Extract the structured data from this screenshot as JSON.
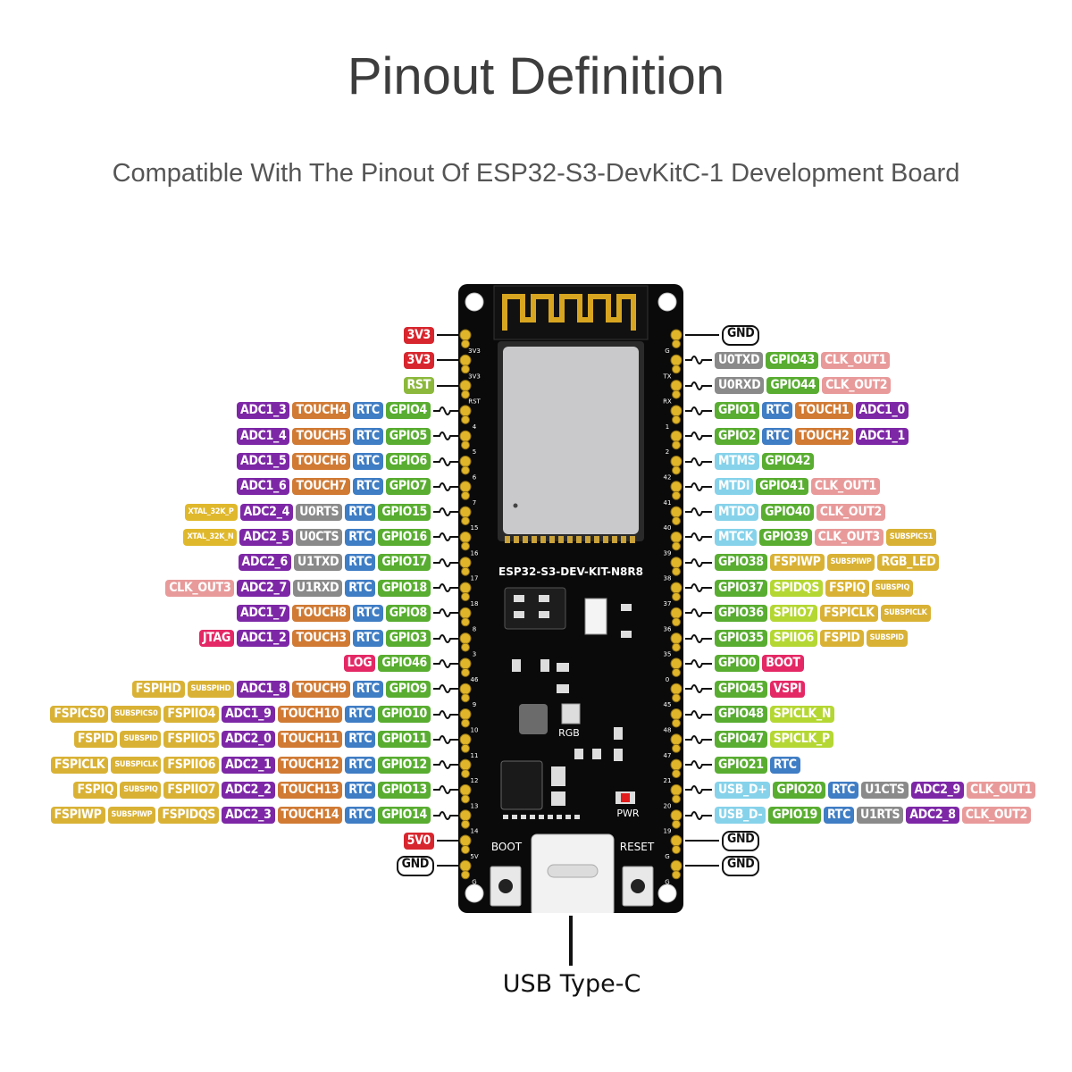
{
  "title": "Pinout Definition",
  "subtitle": "Compatible With The Pinout Of ESP32-S3-DevKitC-1 Development Board",
  "board": {
    "name": "ESP32-S3-DEV-KIT-N8R8",
    "left_silk": [
      "3V3",
      "3V3",
      "RST",
      "4",
      "5",
      "6",
      "7",
      "15",
      "16",
      "17",
      "18",
      "8",
      "3",
      "46",
      "9",
      "10",
      "11",
      "12",
      "13",
      "14",
      "5V",
      "G"
    ],
    "right_silk": [
      "G",
      "TX",
      "RX",
      "1",
      "2",
      "42",
      "41",
      "40",
      "39",
      "38",
      "37",
      "36",
      "35",
      "0",
      "45",
      "48",
      "47",
      "21",
      "20",
      "19",
      "G",
      "G"
    ],
    "boot_label": "BOOT",
    "reset_label": "RESET",
    "rgb_label": "RGB",
    "pwr_label": "PWR"
  },
  "usb_label": "USB Type-C",
  "colors": {
    "power": "#d8262e",
    "rst": "#8cb83c",
    "gnd": "#111111",
    "adc": "#7d27a6",
    "touch": "#d07a34",
    "rtc": "#3f7dc4",
    "gpio": "#59ad31",
    "uart": "#8a8a8a",
    "xtal": "#e0b82c",
    "clk": "#e89a9a",
    "jtag": "#e42866",
    "log": "#e42866",
    "spi": "#d9b235",
    "spi_alt": "#b5d733",
    "mtx": "#86d2ea",
    "usb": "#86d2ea"
  },
  "left_pins": [
    [
      {
        "t": "3V3",
        "c": "power"
      }
    ],
    [
      {
        "t": "3V3",
        "c": "power"
      }
    ],
    [
      {
        "t": "RST",
        "c": "rst"
      }
    ],
    [
      {
        "t": "ADC1_3",
        "c": "adc"
      },
      {
        "t": "TOUCH4",
        "c": "touch"
      },
      {
        "t": "RTC",
        "c": "rtc"
      },
      {
        "t": "GPIO4",
        "c": "gpio"
      }
    ],
    [
      {
        "t": "ADC1_4",
        "c": "adc"
      },
      {
        "t": "TOUCH5",
        "c": "touch"
      },
      {
        "t": "RTC",
        "c": "rtc"
      },
      {
        "t": "GPIO5",
        "c": "gpio"
      }
    ],
    [
      {
        "t": "ADC1_5",
        "c": "adc"
      },
      {
        "t": "TOUCH6",
        "c": "touch"
      },
      {
        "t": "RTC",
        "c": "rtc"
      },
      {
        "t": "GPIO6",
        "c": "gpio"
      }
    ],
    [
      {
        "t": "ADC1_6",
        "c": "adc"
      },
      {
        "t": "TOUCH7",
        "c": "touch"
      },
      {
        "t": "RTC",
        "c": "rtc"
      },
      {
        "t": "GPIO7",
        "c": "gpio"
      }
    ],
    [
      {
        "t": "XTAL_32K_P",
        "c": "xtal",
        "s": 1
      },
      {
        "t": "ADC2_4",
        "c": "adc"
      },
      {
        "t": "U0RTS",
        "c": "uart"
      },
      {
        "t": "RTC",
        "c": "rtc"
      },
      {
        "t": "GPIO15",
        "c": "gpio"
      }
    ],
    [
      {
        "t": "XTAL_32K_N",
        "c": "xtal",
        "s": 1
      },
      {
        "t": "ADC2_5",
        "c": "adc"
      },
      {
        "t": "U0CTS",
        "c": "uart"
      },
      {
        "t": "RTC",
        "c": "rtc"
      },
      {
        "t": "GPIO16",
        "c": "gpio"
      }
    ],
    [
      {
        "t": "ADC2_6",
        "c": "adc"
      },
      {
        "t": "U1TXD",
        "c": "uart"
      },
      {
        "t": "RTC",
        "c": "rtc"
      },
      {
        "t": "GPIO17",
        "c": "gpio"
      }
    ],
    [
      {
        "t": "CLK_OUT3",
        "c": "clk"
      },
      {
        "t": "ADC2_7",
        "c": "adc"
      },
      {
        "t": "U1RXD",
        "c": "uart"
      },
      {
        "t": "RTC",
        "c": "rtc"
      },
      {
        "t": "GPIO18",
        "c": "gpio"
      }
    ],
    [
      {
        "t": "ADC1_7",
        "c": "adc"
      },
      {
        "t": "TOUCH8",
        "c": "touch"
      },
      {
        "t": "RTC",
        "c": "rtc"
      },
      {
        "t": "GPIO8",
        "c": "gpio"
      }
    ],
    [
      {
        "t": "JTAG",
        "c": "jtag"
      },
      {
        "t": "ADC1_2",
        "c": "adc"
      },
      {
        "t": "TOUCH3",
        "c": "touch"
      },
      {
        "t": "RTC",
        "c": "rtc"
      },
      {
        "t": "GPIO3",
        "c": "gpio"
      }
    ],
    [
      {
        "t": "LOG",
        "c": "log"
      },
      {
        "t": "GPIO46",
        "c": "gpio"
      }
    ],
    [
      {
        "t": "FSPIHD",
        "c": "spi"
      },
      {
        "t": "SUBSPIHD",
        "c": "spi",
        "s": 1
      },
      {
        "t": "ADC1_8",
        "c": "adc"
      },
      {
        "t": "TOUCH9",
        "c": "touch"
      },
      {
        "t": "RTC",
        "c": "rtc"
      },
      {
        "t": "GPIO9",
        "c": "gpio"
      }
    ],
    [
      {
        "t": "FSPICS0",
        "c": "spi"
      },
      {
        "t": "SUBSPICS0",
        "c": "spi",
        "s": 1
      },
      {
        "t": "FSPIIO4",
        "c": "spi"
      },
      {
        "t": "ADC1_9",
        "c": "adc"
      },
      {
        "t": "TOUCH10",
        "c": "touch"
      },
      {
        "t": "RTC",
        "c": "rtc"
      },
      {
        "t": "GPIO10",
        "c": "gpio"
      }
    ],
    [
      {
        "t": "FSPID",
        "c": "spi"
      },
      {
        "t": "SUBSPID",
        "c": "spi",
        "s": 1
      },
      {
        "t": "FSPIIO5",
        "c": "spi"
      },
      {
        "t": "ADC2_0",
        "c": "adc"
      },
      {
        "t": "TOUCH11",
        "c": "touch"
      },
      {
        "t": "RTC",
        "c": "rtc"
      },
      {
        "t": "GPIO11",
        "c": "gpio"
      }
    ],
    [
      {
        "t": "FSPICLK",
        "c": "spi"
      },
      {
        "t": "SUBSPICLK",
        "c": "spi",
        "s": 1
      },
      {
        "t": "FSPIIO6",
        "c": "spi"
      },
      {
        "t": "ADC2_1",
        "c": "adc"
      },
      {
        "t": "TOUCH12",
        "c": "touch"
      },
      {
        "t": "RTC",
        "c": "rtc"
      },
      {
        "t": "GPIO12",
        "c": "gpio"
      }
    ],
    [
      {
        "t": "FSPIQ",
        "c": "spi"
      },
      {
        "t": "SUBSPIQ",
        "c": "spi",
        "s": 1
      },
      {
        "t": "FSPIIO7",
        "c": "spi"
      },
      {
        "t": "ADC2_2",
        "c": "adc"
      },
      {
        "t": "TOUCH13",
        "c": "touch"
      },
      {
        "t": "RTC",
        "c": "rtc"
      },
      {
        "t": "GPIO13",
        "c": "gpio"
      }
    ],
    [
      {
        "t": "FSPIWP",
        "c": "spi"
      },
      {
        "t": "SUBSPIWP",
        "c": "spi",
        "s": 1
      },
      {
        "t": "FSPIDQS",
        "c": "spi"
      },
      {
        "t": "ADC2_3",
        "c": "adc"
      },
      {
        "t": "TOUCH14",
        "c": "touch"
      },
      {
        "t": "RTC",
        "c": "rtc"
      },
      {
        "t": "GPIO14",
        "c": "gpio"
      }
    ],
    [
      {
        "t": "5V0",
        "c": "power"
      }
    ],
    [
      {
        "t": "GND",
        "c": "gnd"
      }
    ]
  ],
  "right_pins": [
    [
      {
        "t": "GND",
        "c": "gnd"
      }
    ],
    [
      {
        "t": "U0TXD",
        "c": "uart"
      },
      {
        "t": "GPIO43",
        "c": "gpio"
      },
      {
        "t": "CLK_OUT1",
        "c": "clk"
      }
    ],
    [
      {
        "t": "U0RXD",
        "c": "uart"
      },
      {
        "t": "GPIO44",
        "c": "gpio"
      },
      {
        "t": "CLK_OUT2",
        "c": "clk"
      }
    ],
    [
      {
        "t": "GPIO1",
        "c": "gpio"
      },
      {
        "t": "RTC",
        "c": "rtc"
      },
      {
        "t": "TOUCH1",
        "c": "touch"
      },
      {
        "t": "ADC1_0",
        "c": "adc"
      }
    ],
    [
      {
        "t": "GPIO2",
        "c": "gpio"
      },
      {
        "t": "RTC",
        "c": "rtc"
      },
      {
        "t": "TOUCH2",
        "c": "touch"
      },
      {
        "t": "ADC1_1",
        "c": "adc"
      }
    ],
    [
      {
        "t": "MTMS",
        "c": "mtx"
      },
      {
        "t": "GPIO42",
        "c": "gpio"
      }
    ],
    [
      {
        "t": "MTDI",
        "c": "mtx"
      },
      {
        "t": "GPIO41",
        "c": "gpio"
      },
      {
        "t": "CLK_OUT1",
        "c": "clk"
      }
    ],
    [
      {
        "t": "MTDO",
        "c": "mtx"
      },
      {
        "t": "GPIO40",
        "c": "gpio"
      },
      {
        "t": "CLK_OUT2",
        "c": "clk"
      }
    ],
    [
      {
        "t": "MTCK",
        "c": "mtx"
      },
      {
        "t": "GPIO39",
        "c": "gpio"
      },
      {
        "t": "CLK_OUT3",
        "c": "clk"
      },
      {
        "t": "SUBSPICS1",
        "c": "spi",
        "s": 1
      }
    ],
    [
      {
        "t": "GPIO38",
        "c": "gpio"
      },
      {
        "t": "FSPIWP",
        "c": "spi"
      },
      {
        "t": "SUBSPIWP",
        "c": "spi",
        "s": 1
      },
      {
        "t": "RGB_LED",
        "c": "spi"
      }
    ],
    [
      {
        "t": "GPIO37",
        "c": "gpio"
      },
      {
        "t": "SPIDQS",
        "c": "spi_alt"
      },
      {
        "t": "FSPIQ",
        "c": "spi"
      },
      {
        "t": "SUBSPIQ",
        "c": "spi",
        "s": 1
      }
    ],
    [
      {
        "t": "GPIO36",
        "c": "gpio"
      },
      {
        "t": "SPIIO7",
        "c": "spi_alt"
      },
      {
        "t": "FSPICLK",
        "c": "spi"
      },
      {
        "t": "SUBSPICLK",
        "c": "spi",
        "s": 1
      }
    ],
    [
      {
        "t": "GPIO35",
        "c": "gpio"
      },
      {
        "t": "SPIIO6",
        "c": "spi_alt"
      },
      {
        "t": "FSPID",
        "c": "spi"
      },
      {
        "t": "SUBSPID",
        "c": "spi",
        "s": 1
      }
    ],
    [
      {
        "t": "GPIO0",
        "c": "gpio"
      },
      {
        "t": "BOOT",
        "c": "jtag"
      }
    ],
    [
      {
        "t": "GPIO45",
        "c": "gpio"
      },
      {
        "t": "VSPI",
        "c": "jtag"
      }
    ],
    [
      {
        "t": "GPIO48",
        "c": "gpio"
      },
      {
        "t": "SPICLK_N",
        "c": "spi_alt"
      }
    ],
    [
      {
        "t": "GPIO47",
        "c": "gpio"
      },
      {
        "t": "SPICLK_P",
        "c": "spi_alt"
      }
    ],
    [
      {
        "t": "GPIO21",
        "c": "gpio"
      },
      {
        "t": "RTC",
        "c": "rtc"
      }
    ],
    [
      {
        "t": "USB_D+",
        "c": "usb"
      },
      {
        "t": "GPIO20",
        "c": "gpio"
      },
      {
        "t": "RTC",
        "c": "rtc"
      },
      {
        "t": "U1CTS",
        "c": "uart"
      },
      {
        "t": "ADC2_9",
        "c": "adc"
      },
      {
        "t": "CLK_OUT1",
        "c": "clk"
      }
    ],
    [
      {
        "t": "USB_D-",
        "c": "usb"
      },
      {
        "t": "GPIO19",
        "c": "gpio"
      },
      {
        "t": "RTC",
        "c": "rtc"
      },
      {
        "t": "U1RTS",
        "c": "uart"
      },
      {
        "t": "ADC2_8",
        "c": "adc"
      },
      {
        "t": "CLK_OUT2",
        "c": "clk"
      }
    ],
    [
      {
        "t": "GND",
        "c": "gnd"
      }
    ],
    [
      {
        "t": "GND",
        "c": "gnd"
      }
    ]
  ]
}
